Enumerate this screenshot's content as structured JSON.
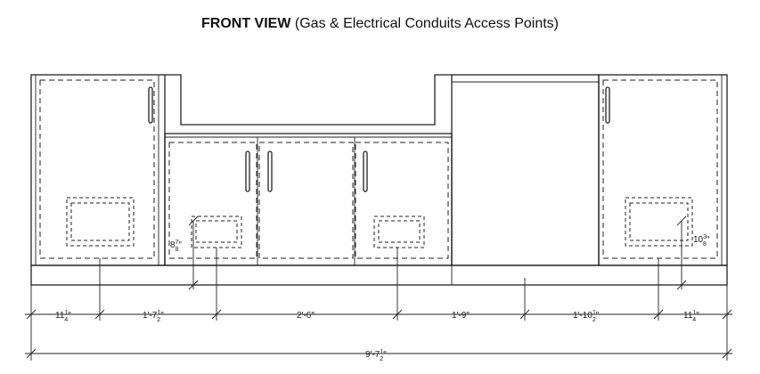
{
  "title": {
    "bold": "FRONT VIEW",
    "rest": "(Gas & Electrical Conduits Access Points)"
  },
  "dimensions": {
    "d1": {
      "whole": "11",
      "num": "1",
      "den": "4",
      "suffix": "\""
    },
    "d2": {
      "whole": "1'-7",
      "num": "1",
      "den": "2",
      "suffix": "\""
    },
    "d3": {
      "text": "2'-6\""
    },
    "d4": {
      "text": "1'-9\""
    },
    "d5": {
      "whole": "1'-10",
      "num": "1",
      "den": "2",
      "suffix": "\""
    },
    "d6": {
      "whole": "11",
      "num": "1",
      "den": "4",
      "suffix": "\""
    },
    "total": {
      "whole": "9'-7",
      "num": "1",
      "den": "2",
      "suffix": "\""
    },
    "height_left": {
      "whole": "8",
      "num": "7",
      "den": "8",
      "suffix": "\""
    },
    "height_right": {
      "whole": "10",
      "num": "3",
      "den": "8",
      "suffix": "\""
    }
  }
}
